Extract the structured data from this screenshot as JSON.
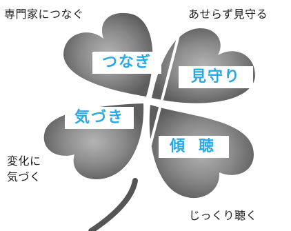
{
  "corners": {
    "top_left": "専門家につなぐ",
    "top_right": "あせらず見守る",
    "left": [
      "変化に",
      "気づく"
    ],
    "bottom_right": "じっくり聴く"
  },
  "leaves": {
    "tsunagi": "つなぎ",
    "mamori": "見守り",
    "kizuki": "気づき",
    "keicho": "傾 聴"
  },
  "colors": {
    "label_text": "#2aa8e0",
    "label_box": "#ffffff",
    "leaf_dark": "#5e5e5e",
    "leaf_light": "#b4b4b4",
    "stem": "#555555",
    "corner_text": "#222222"
  }
}
